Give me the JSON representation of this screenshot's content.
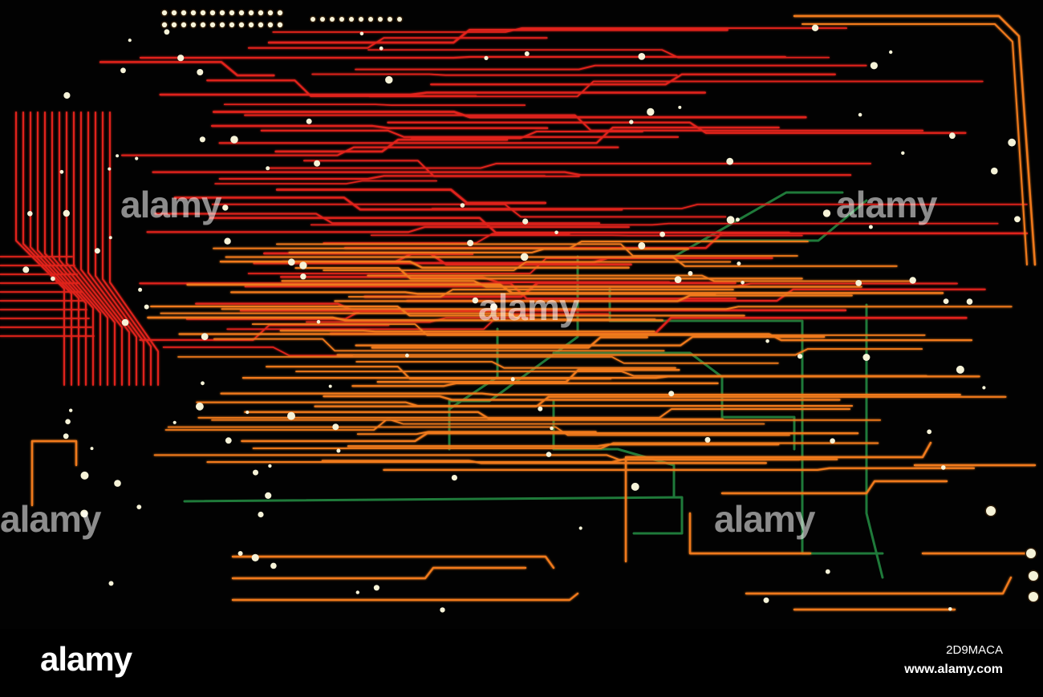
{
  "image": {
    "subject": "circuit-board",
    "colors": {
      "background": "#020202",
      "trace_red": "#e0231a",
      "trace_orange": "#f07a1c",
      "trace_green": "#1f7a3a",
      "pad": "#f6f3d8"
    }
  },
  "watermark": {
    "brand": "alamy"
  },
  "footer": {
    "logo": "alamy",
    "image_id": "2D9MACA",
    "site": "www.alamy.com"
  }
}
